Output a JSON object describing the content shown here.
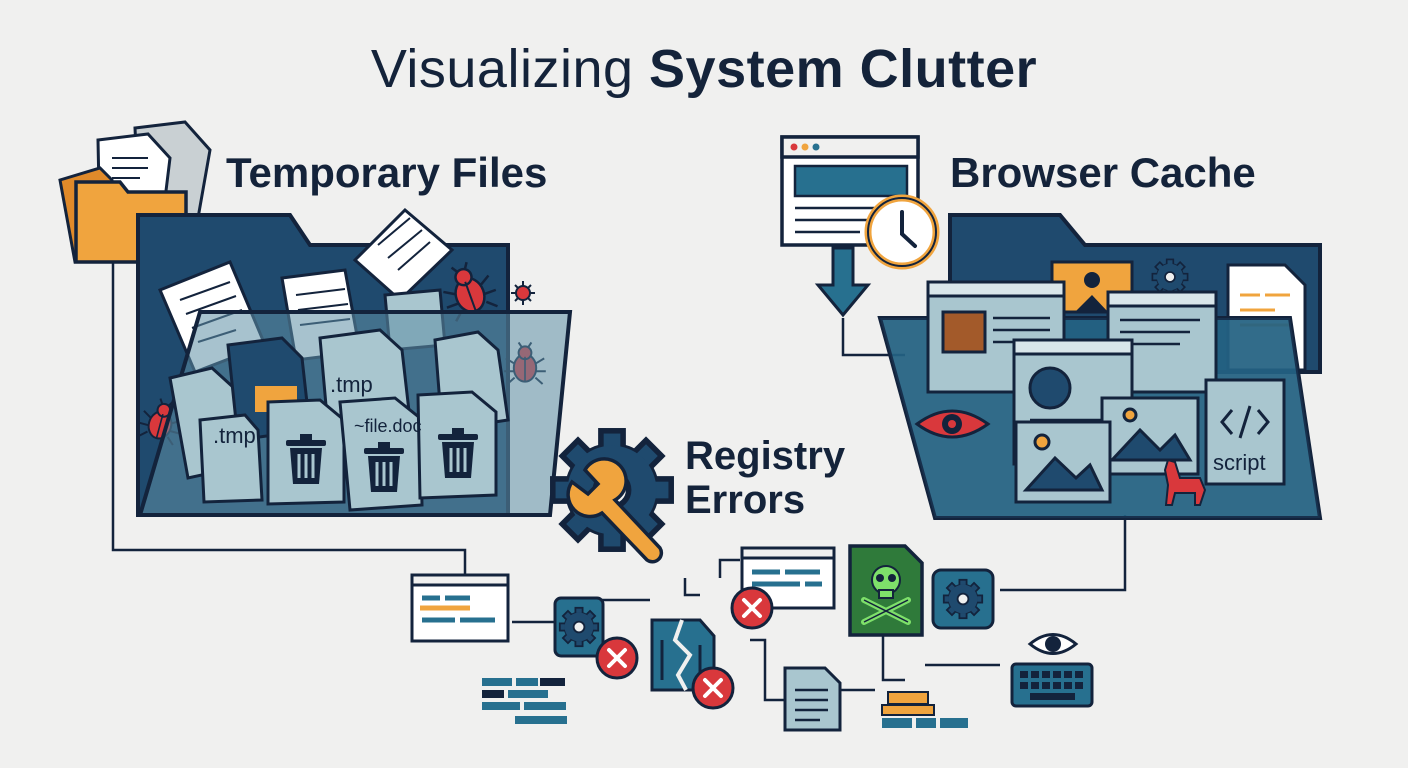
{
  "title": {
    "light": "Visualizing ",
    "bold": "System Clutter"
  },
  "sections": {
    "temp": {
      "label": "Temporary Files",
      "file_labels": [
        ".tmp",
        ".tmp",
        "~file.doc"
      ]
    },
    "cache": {
      "label": "Browser Cache",
      "script_label": "script"
    },
    "registry": {
      "label_line1": "Registry",
      "label_line2": "Errors"
    }
  },
  "colors": {
    "navy": "#13233c",
    "folder_blue": "#1f4a6e",
    "teal": "#27708f",
    "light_teal": "#a9c6cf",
    "orange": "#f0a43e",
    "red": "#d9383c",
    "green": "#2f7a3a",
    "background": "#f0f0ef"
  },
  "icons": [
    "folder-icon",
    "document-icon",
    "bug-icon",
    "trash-icon",
    "browser-window-icon",
    "clock-icon",
    "arrow-down-icon",
    "gear-icon",
    "wrench-icon",
    "eye-icon",
    "image-icon",
    "code-icon",
    "trojan-horse-icon",
    "error-x-icon",
    "skull-icon",
    "keyboard-icon",
    "broken-file-icon"
  ]
}
